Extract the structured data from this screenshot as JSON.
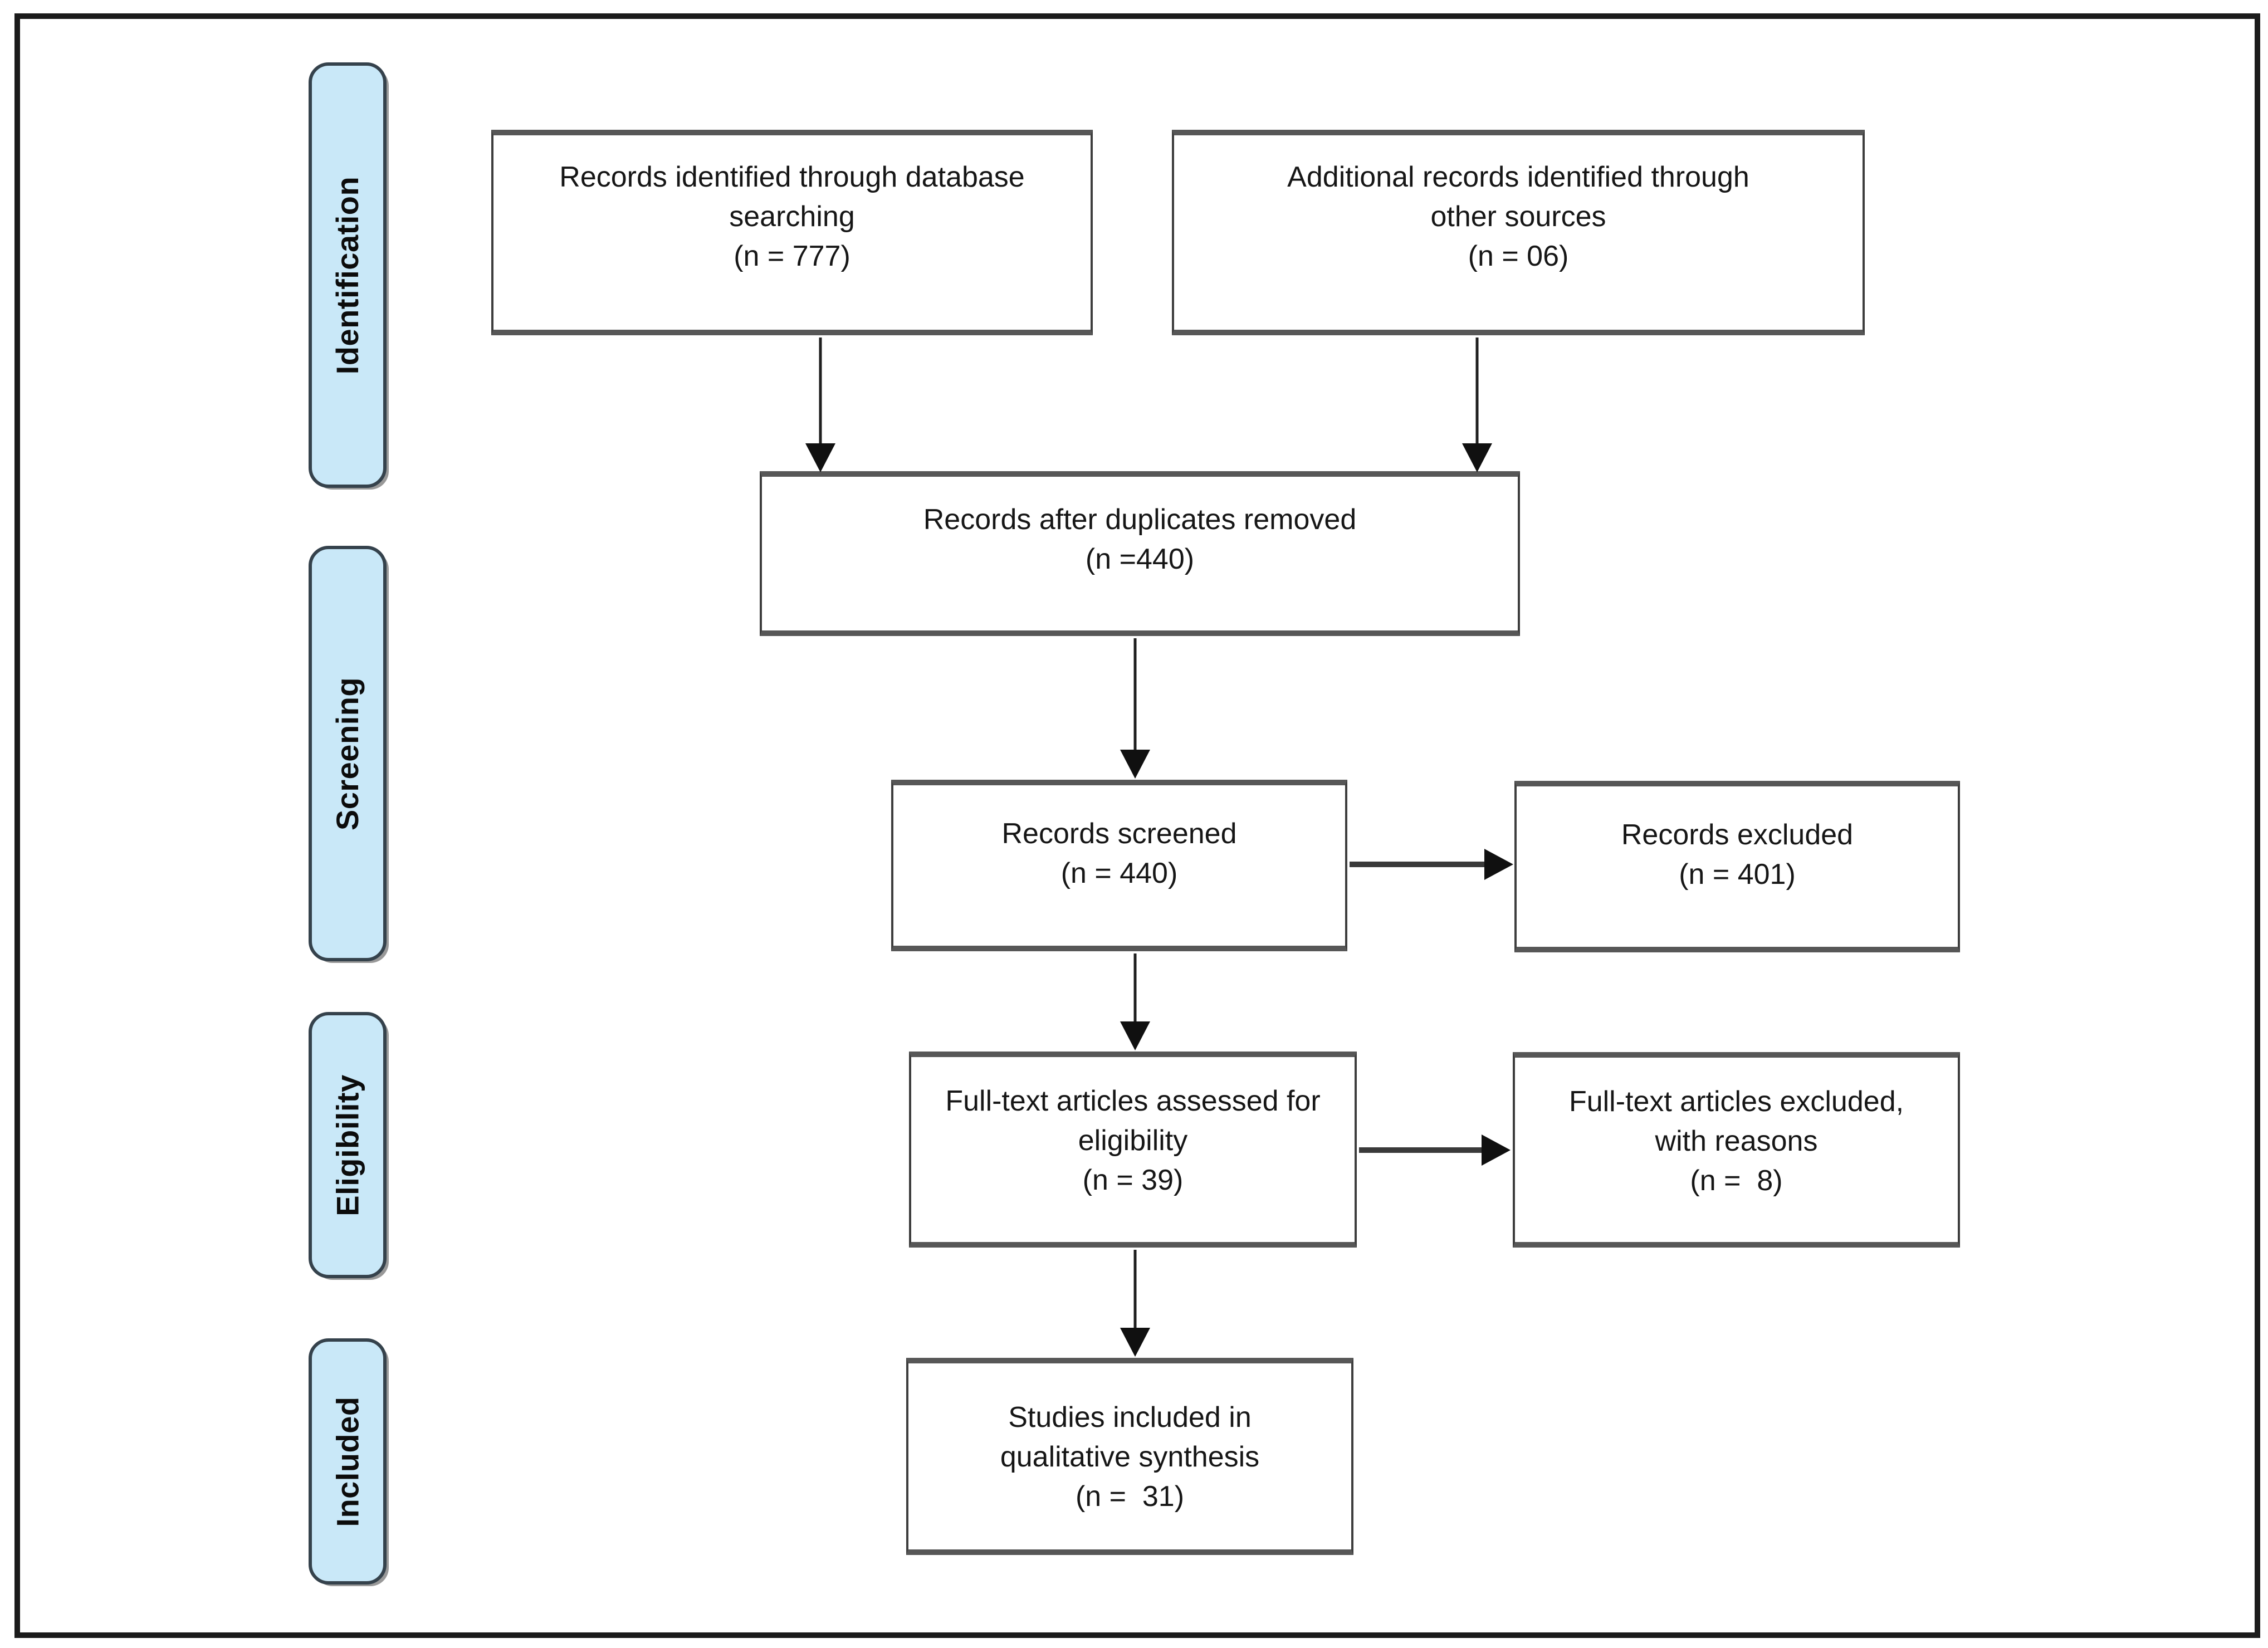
{
  "stages": [
    {
      "label": "Identification"
    },
    {
      "label": "Screening"
    },
    {
      "label": "Eligibility"
    },
    {
      "label": "Included"
    }
  ],
  "boxes": {
    "identified": {
      "lines": [
        "Records identified through database",
        "searching",
        "(n = 777)"
      ]
    },
    "additional": {
      "lines": [
        "Additional records identified through",
        "other sources",
        "(n = 06)"
      ]
    },
    "duplicates": {
      "lines": [
        "Records after duplicates removed",
        "(n =440)"
      ]
    },
    "screened": {
      "lines": [
        "Records screened",
        "(n = 440)"
      ]
    },
    "excluded": {
      "lines": [
        "Records excluded",
        "(n = 401)"
      ]
    },
    "fulltext": {
      "lines": [
        "Full-text articles assessed for",
        "eligibility",
        "(n = 39)"
      ]
    },
    "fulltext_excluded": {
      "lines": [
        "Full-text articles excluded,",
        "with reasons",
        "(n =  8)"
      ]
    },
    "included": {
      "lines": [
        "Studies included in",
        "qualitative synthesis",
        "(n =  31)"
      ]
    }
  },
  "counts": {
    "identified_database": 777,
    "identified_other_sources": "06",
    "after_duplicates_removed": 440,
    "screened": 440,
    "records_excluded": 401,
    "fulltext_assessed": 39,
    "fulltext_excluded": 8,
    "included_qualitative_synthesis": 31
  },
  "colors": {
    "stage_fill": "#c9e8f8",
    "stage_border": "#35424c",
    "box_border": "#3e3e3e",
    "arrow": "#1f1f1f",
    "frame": "#1b1b1b"
  }
}
